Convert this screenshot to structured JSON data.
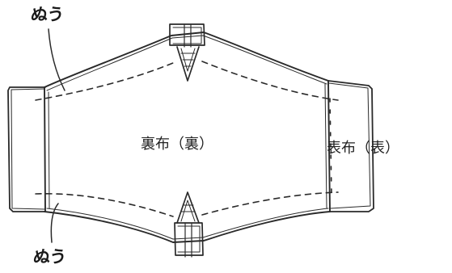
{
  "labels": {
    "inner_fabric": "裏布（裏）",
    "outer_fabric": "表布（表）",
    "sew_top": "ぬう",
    "sew_bottom": "ぬう"
  },
  "colors": {
    "line": "#2a2a2a",
    "text": "#222222",
    "background": "#ffffff"
  }
}
